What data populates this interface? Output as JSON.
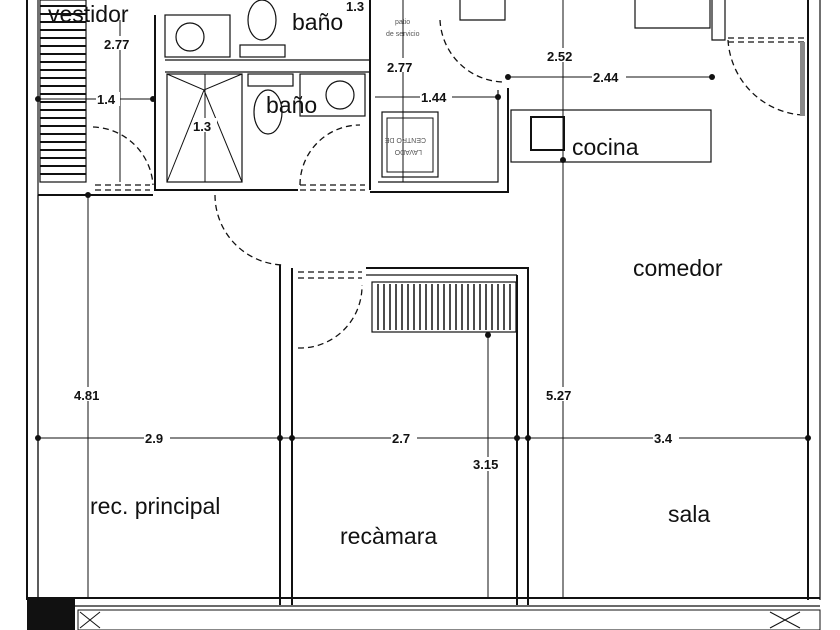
{
  "rooms": {
    "vestidor": "vestidor",
    "bano_1": "baño",
    "bano_2": "baño",
    "patio_line1": "patio",
    "patio_line2": "de servicio",
    "cocina": "cocina",
    "comedor": "comedor",
    "rec_principal": "rec. principal",
    "recamara": "recàmara",
    "sala": "sala"
  },
  "fixtures": {
    "laundry_line1": "LAVADO",
    "laundry_line2": "CENTRO DE"
  },
  "dimensions": {
    "vestidor_height": "2.77",
    "vestidor_width": "1.4",
    "shower_width": "1.3",
    "upper_bath_width": "1.3",
    "patio_height": "2.77",
    "patio_width": "1.44",
    "kitchen_height": "2.52",
    "kitchen_width": "2.44",
    "rec_principal_height": "4.81",
    "rec_principal_width": "2.9",
    "recamara_width": "2.7",
    "recamara_height": "3.15",
    "comedor_height": "5.27",
    "sala_width": "3.4"
  }
}
